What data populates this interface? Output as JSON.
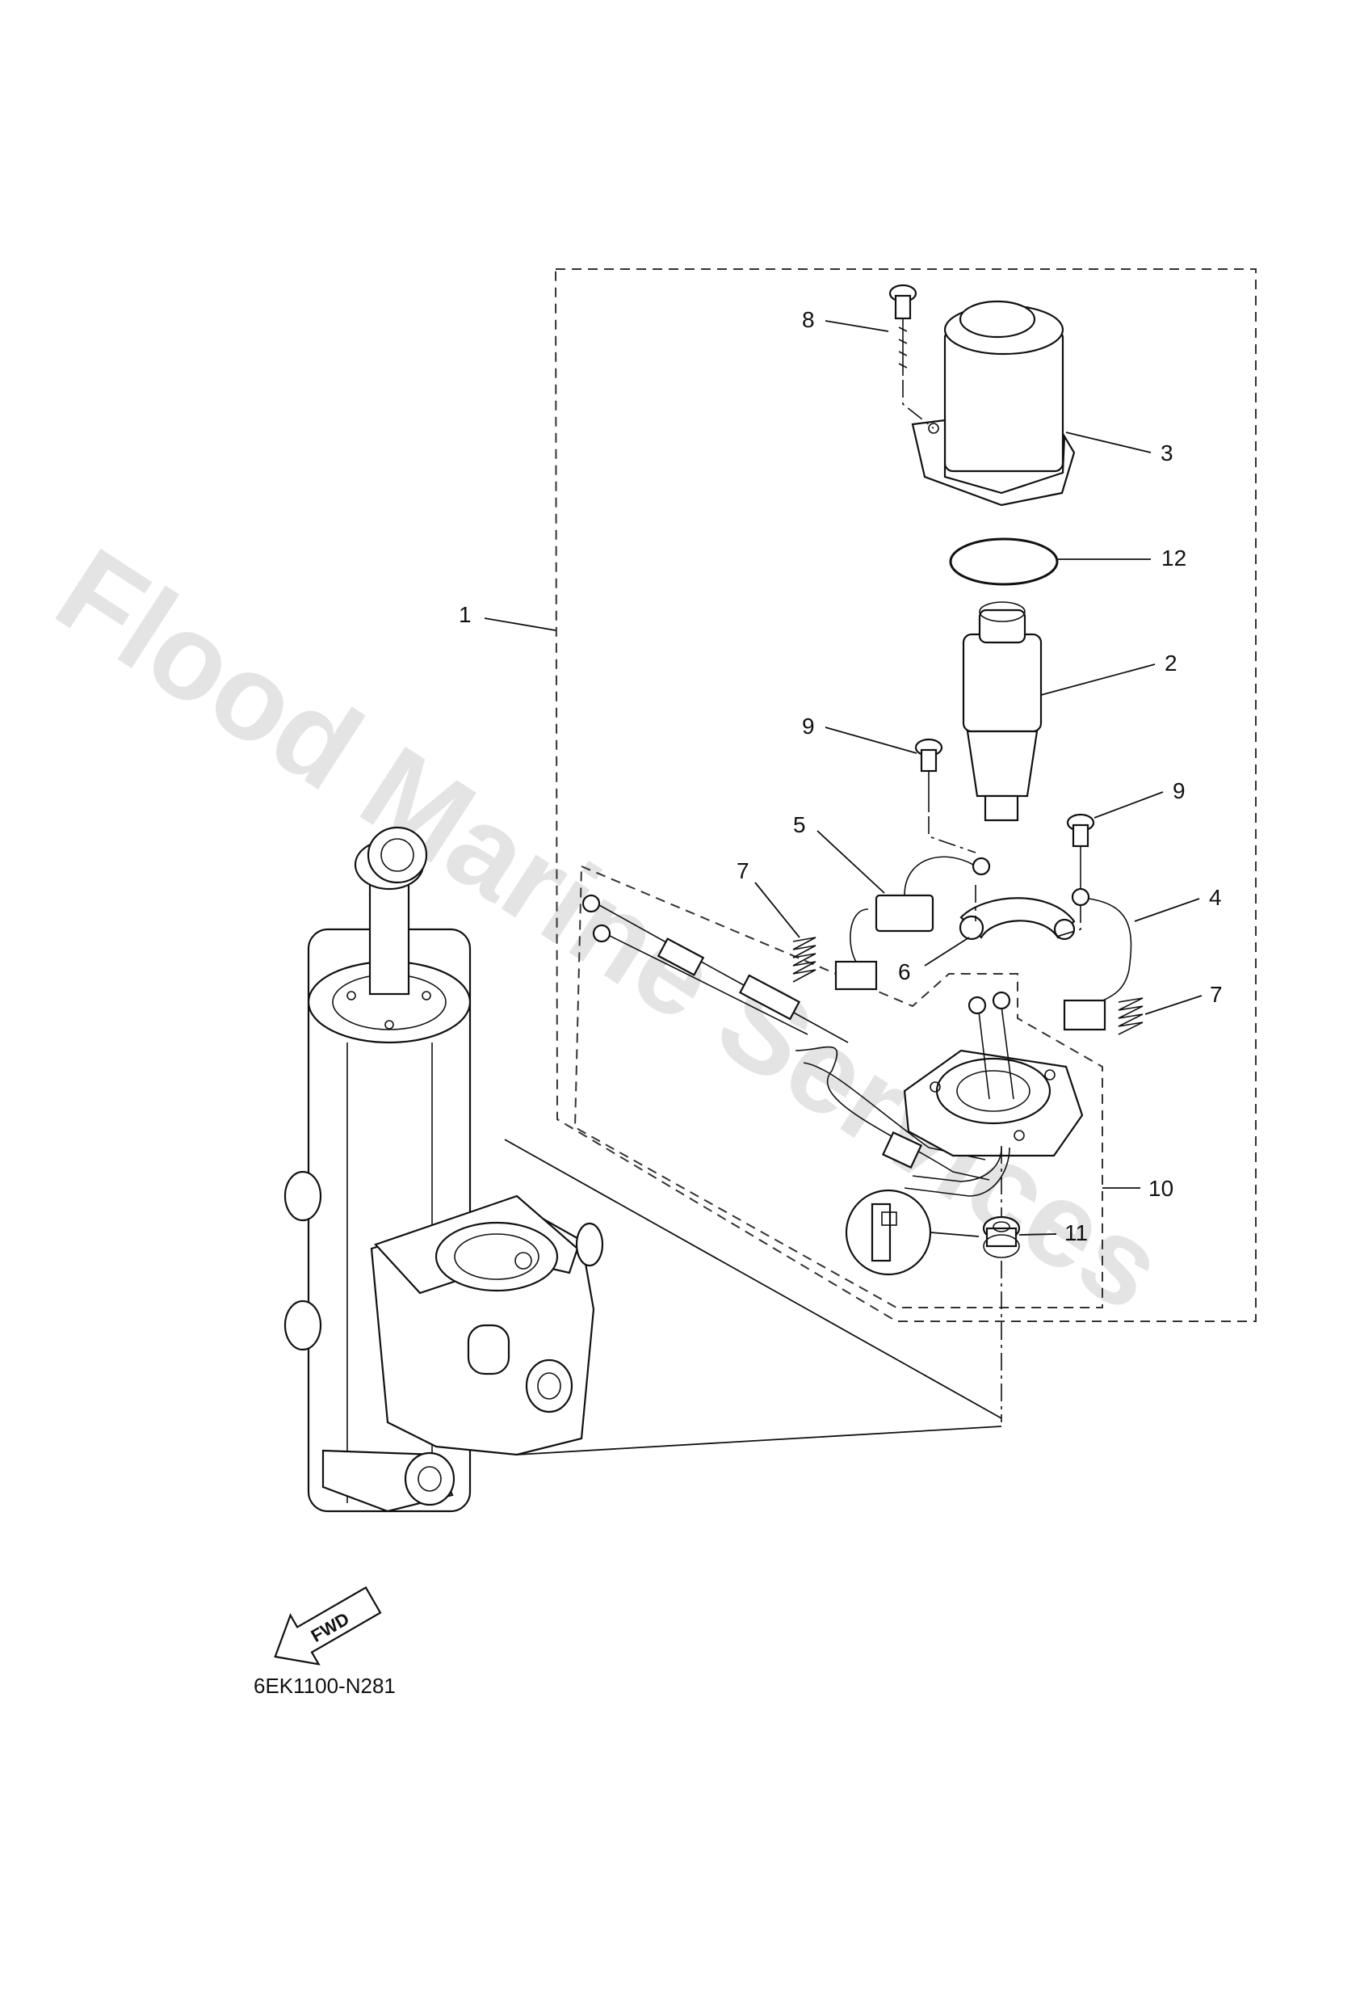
{
  "diagram_code": "6EK1100-N281",
  "watermark": "Flood Marine Services",
  "fwd_label": "FWD",
  "callouts": {
    "c1": "1",
    "c2": "2",
    "c3": "3",
    "c4": "4",
    "c5": "5",
    "c6": "6",
    "c7a": "7",
    "c7b": "7",
    "c8": "8",
    "c9a": "9",
    "c9b": "9",
    "c10": "10",
    "c11": "11",
    "c12": "12"
  }
}
